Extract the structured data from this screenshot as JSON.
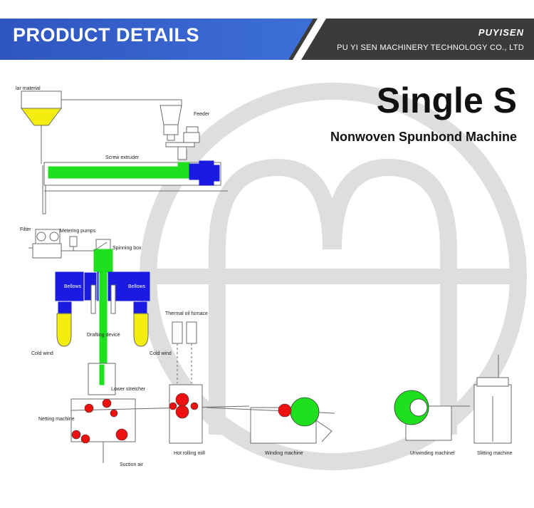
{
  "header": {
    "title": "PRODUCT DETAILS",
    "logo_text": "PUYISEN",
    "company": "PU YI SEN MACHINERY TECHNOLOGY CO., LTD"
  },
  "main": {
    "title": "Single S",
    "subtitle": "Nonwoven Spunbond Machine"
  },
  "diagram": {
    "labels": {
      "raw_material": "lar material",
      "feeder": "Feeder",
      "screw_extruder": "Screw extruder",
      "filter": "Filter",
      "metering_pumps": "Metering pumps",
      "spinning_box": "Spinning box",
      "bellows_left": "Bellows",
      "bellows_right": "Bellows",
      "thermal_oil_furnace": "Thermal oil furnace",
      "drafting_device": "Drafting device",
      "cold_wind_left": "Cold wind",
      "cold_wind_right": "Cold wind",
      "lower_stretcher": "Lower stretcher",
      "netting_machine": "Netting machine",
      "hot_rolling_mill": "Hot rolling mill",
      "winding_machine": "Winding machine",
      "unwinding_machine": "Unwinding machinel",
      "slitting_machine": "Slitting machine",
      "suction_air": "Suction air"
    }
  },
  "colors": {
    "header_blue": "#3560c8",
    "header_dark": "#3a3a3a",
    "green": "#1fe01f",
    "blue": "#1a1ae0",
    "yellow": "#f4ee10",
    "red": "#ee1111",
    "line": "#6b6b6b",
    "watermark": "#dcdcdc"
  }
}
